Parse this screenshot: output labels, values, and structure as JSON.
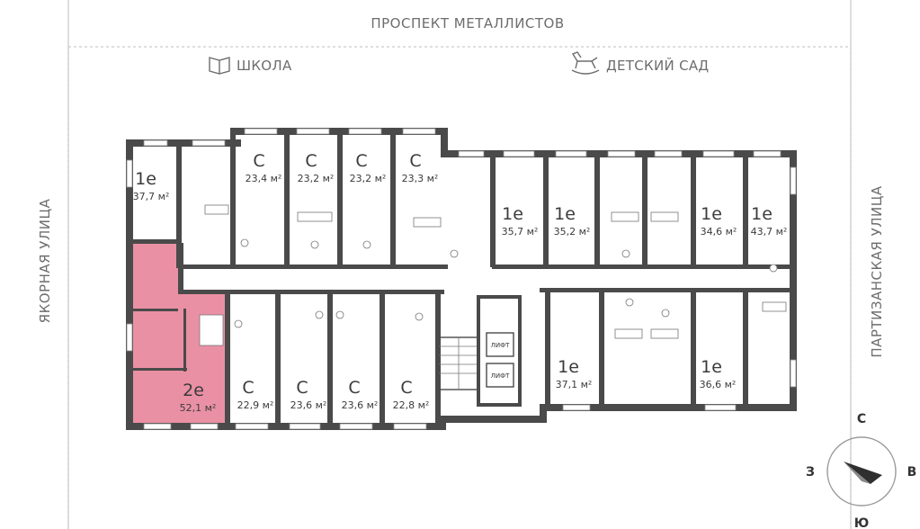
{
  "streets": {
    "north": "ПРОСПЕКТ МЕТАЛЛИСТОВ",
    "west": "ЯКОРНАЯ УЛИЦА",
    "east": "ПАРТИЗАНСКАЯ УЛИЦА"
  },
  "pois": {
    "school": {
      "label": "ШКОЛА",
      "icon": "book-icon"
    },
    "kindergarten": {
      "label": "ДЕТСКИЙ САД",
      "icon": "rocking-horse-icon"
    }
  },
  "apartments_top": [
    {
      "type": "1е",
      "area": "37,7 м²"
    },
    {
      "type": "С",
      "area": "23,4 м²"
    },
    {
      "type": "С",
      "area": "23,2 м²"
    },
    {
      "type": "С",
      "area": "23,2 м²"
    },
    {
      "type": "С",
      "area": "23,3 м²"
    },
    {
      "type": "1е",
      "area": "35,7 м²"
    },
    {
      "type": "1е",
      "area": "35,2 м²"
    },
    {
      "type": "1е",
      "area": "34,6 м²"
    },
    {
      "type": "1е",
      "area": "43,7 м²"
    }
  ],
  "apartments_bottom": [
    {
      "type": "2е",
      "area": "52,1 м²",
      "highlight": true
    },
    {
      "type": "С",
      "area": "22,9 м²"
    },
    {
      "type": "С",
      "area": "23,6 м²"
    },
    {
      "type": "С",
      "area": "23,6 м²"
    },
    {
      "type": "С",
      "area": "22,8 м²"
    },
    {
      "type": "1е",
      "area": "37,1 м²"
    },
    {
      "type": "1е",
      "area": "36,6 м²"
    }
  ],
  "lifts": [
    "ЛИФТ",
    "ЛИФТ"
  ],
  "compass": {
    "north": "С",
    "south": "Ю",
    "west": "З",
    "east": "В"
  },
  "colors": {
    "highlight": "#e8849a",
    "wall": "#4a4a4a",
    "border": "#c8c8c8"
  }
}
